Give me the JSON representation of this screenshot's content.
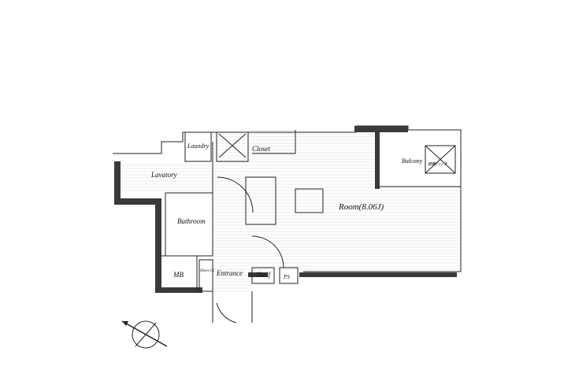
{
  "floorplan": {
    "rooms": {
      "laundry": "Laundry",
      "closet": "Closet",
      "lavatory": "Lavatory",
      "bathroom": "Bathroom",
      "mb": "MB",
      "shoe_closet": "Shoes Cl.",
      "entrance": "Entrance",
      "shelf": "Shelf",
      "ps": "PS",
      "room": "Room(8.06J)",
      "balcony": "Balcony"
    },
    "balcony_hatch": "避難ハッチ",
    "compass": "north-compass"
  },
  "colors": {
    "wall": "#3a3a3a",
    "line": "#222222"
  }
}
